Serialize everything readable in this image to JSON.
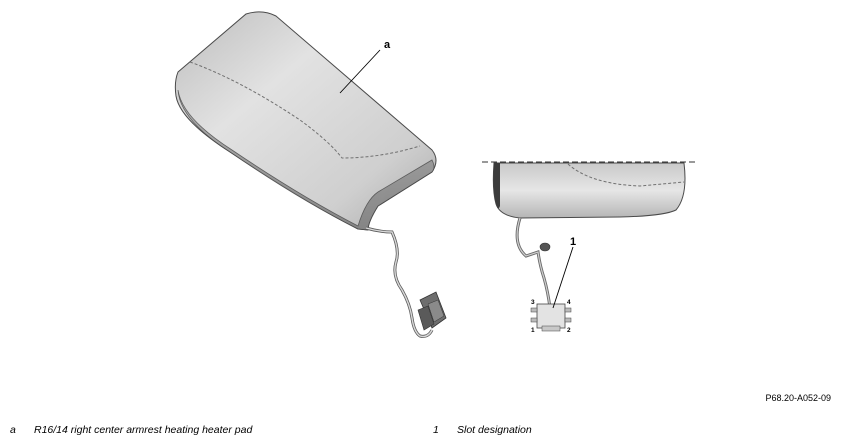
{
  "callouts": {
    "a": "a",
    "one": "1"
  },
  "connector_pins": {
    "top_left": "3",
    "top_right": "4",
    "bottom_left": "1",
    "bottom_right": "2"
  },
  "reference_code": "P68.20-A052-09",
  "legend": [
    {
      "key": "a",
      "text": "R16/14 right center armrest heating heater pad"
    },
    {
      "key": "1",
      "text": "Slot designation"
    }
  ],
  "colors": {
    "pad_light": "#d4d4d4",
    "pad_dark": "#9a9a9a",
    "outline": "#4a4a4a",
    "connector": "#6e6e6e"
  }
}
